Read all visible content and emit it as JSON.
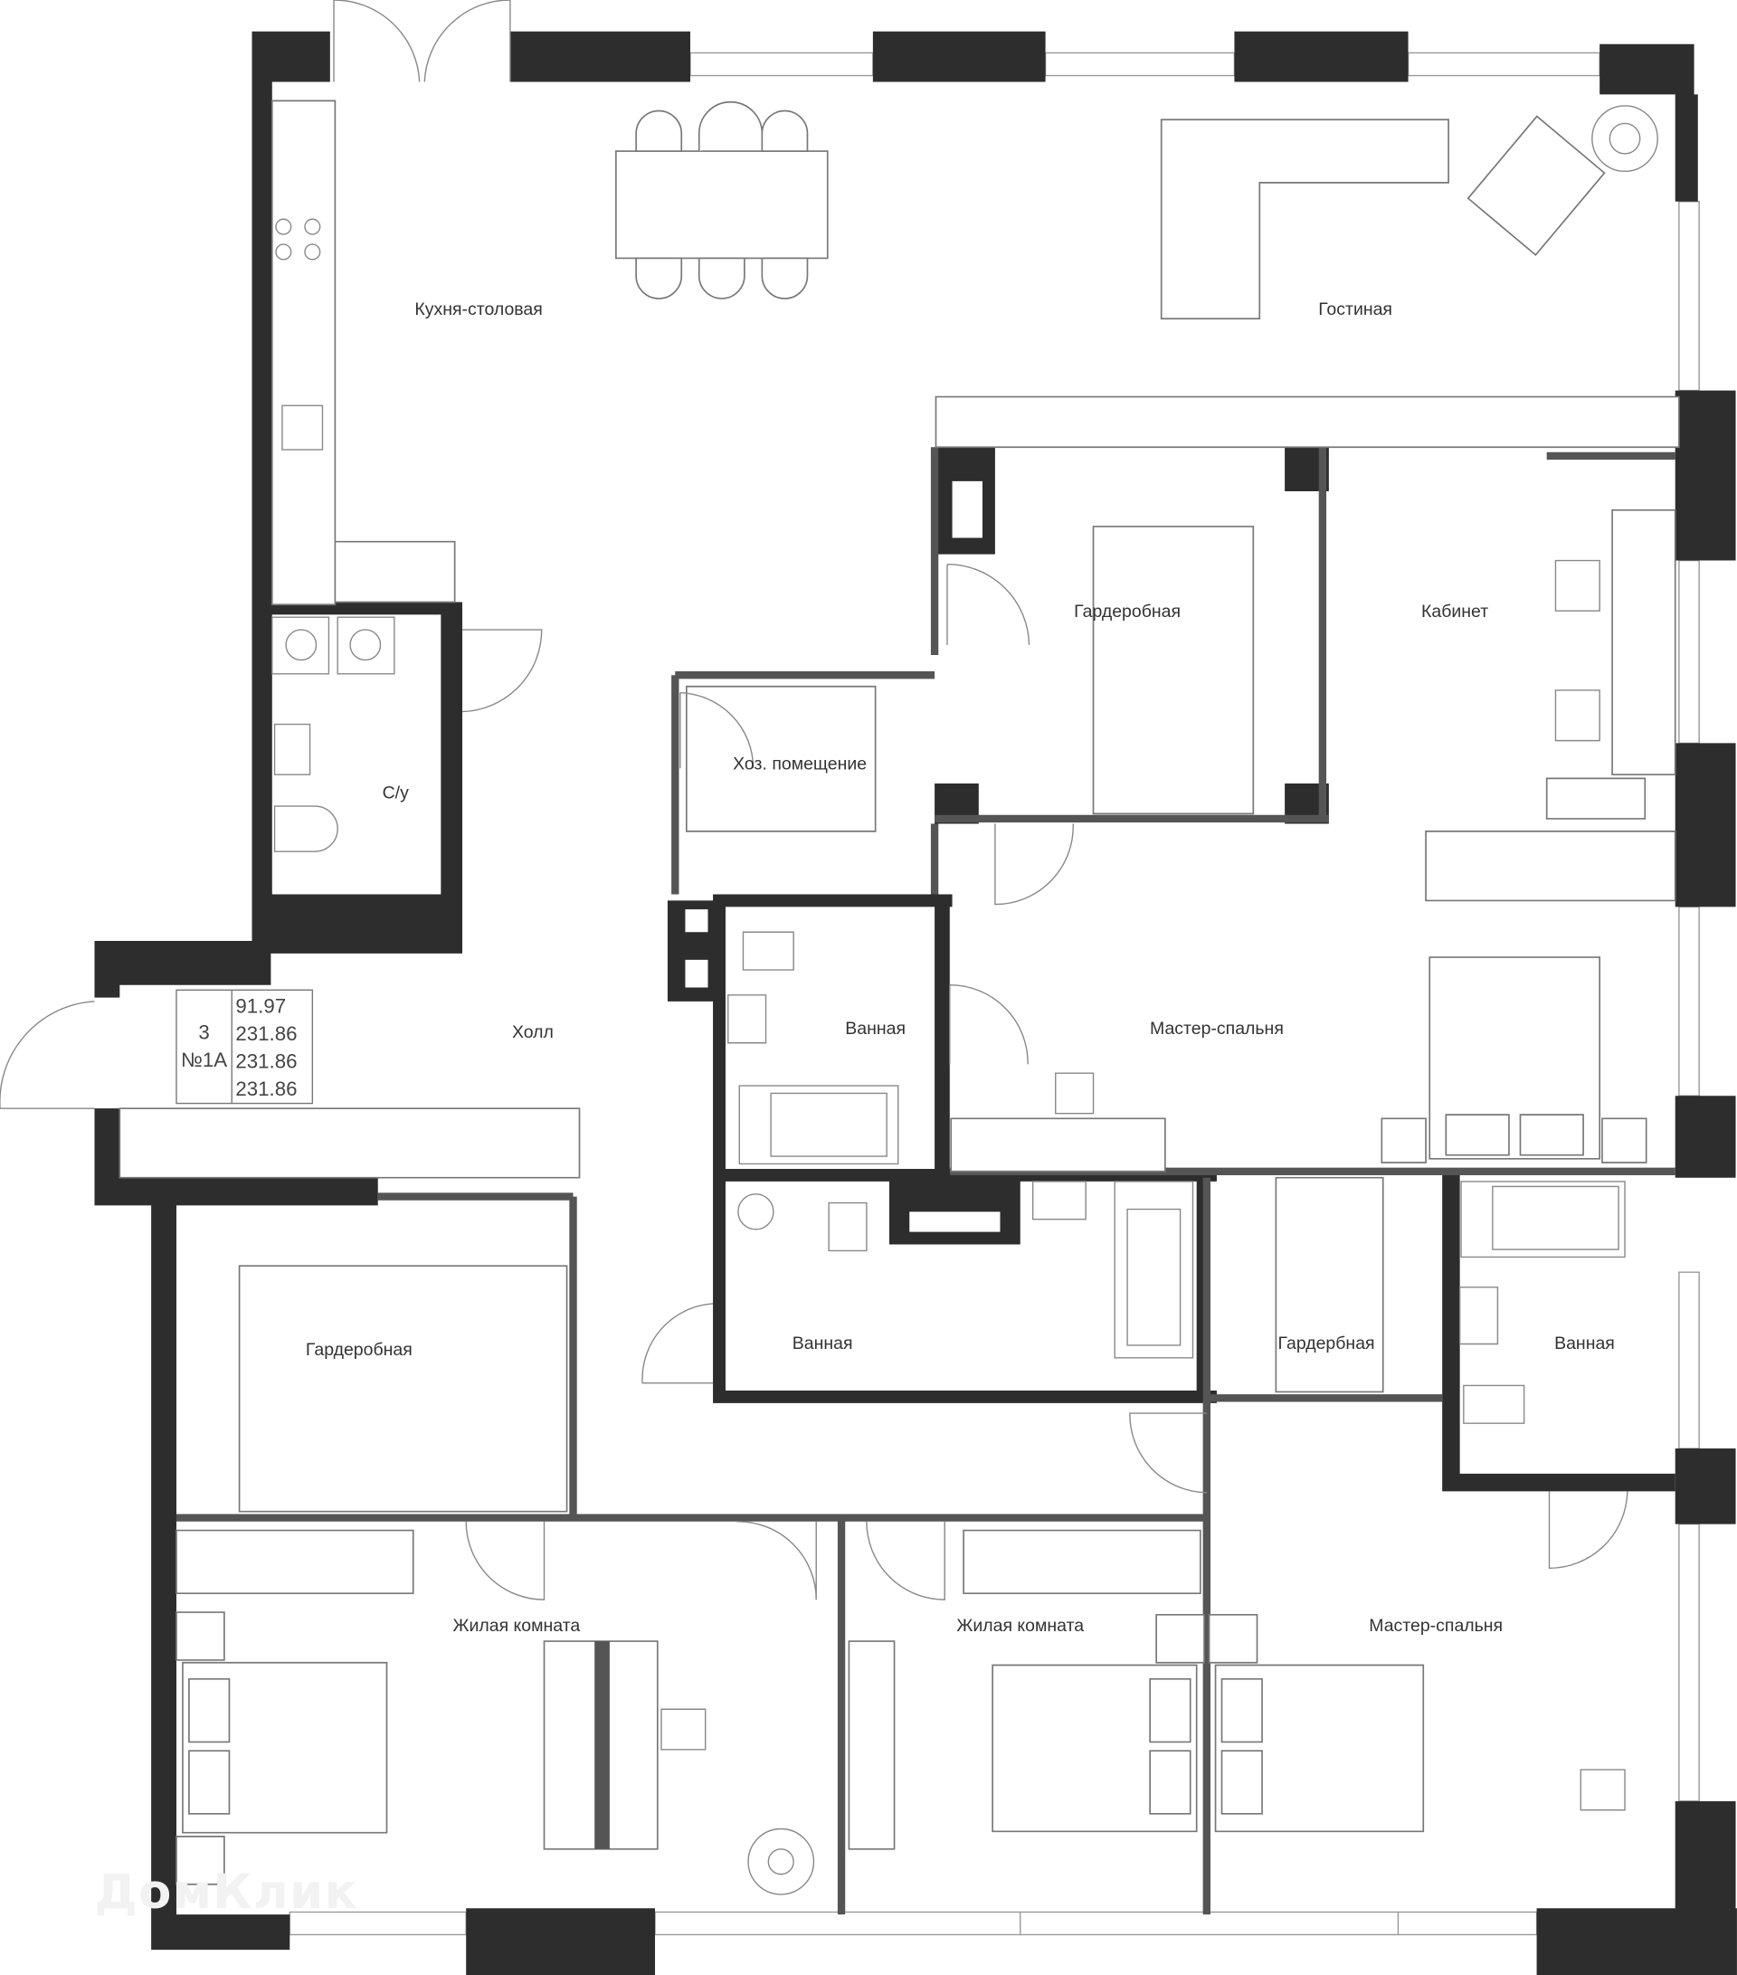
{
  "plan": {
    "rooms": {
      "kitchen": "Кухня-столовая",
      "living": "Гостиная",
      "wardrobe_center": "Гардеробная",
      "study": "Кабинет",
      "utility": "Хоз. помещение",
      "wc": "С/у",
      "bath_1": "Ванная",
      "hall": "Холл",
      "master_1": "Мастер-спальня",
      "wardrobe_left": "Гардеробная",
      "bath_2": "Ванная",
      "wardrobe_right": "Гардербная",
      "bath_3": "Ванная",
      "bedroom_1": "Жилая комната",
      "bedroom_2": "Жилая комната",
      "master_2": "Мастер-спальня"
    },
    "info": {
      "rooms_count": "3",
      "apartment_no": "№1А",
      "area_living": "91.97",
      "area_total_1": "231.86",
      "area_total_2": "231.86",
      "area_total_3": "231.86"
    },
    "watermark": "ДомКлик",
    "colors": {
      "wall": "#2d2d2d",
      "partition": "#555555"
    }
  }
}
